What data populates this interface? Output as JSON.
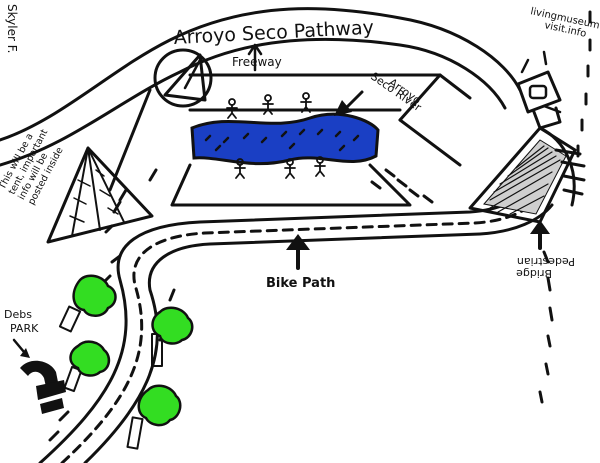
{
  "map": {
    "artist": "Skyler F.",
    "pathway_label": "Arroyo Seco Pathway",
    "freeway_label": "Freeway",
    "river_label_line1": "Arroyo",
    "river_label_line2": "Seco River",
    "tent_note_lines": [
      "This will be a",
      "tent, important",
      "info will be",
      "posted inside"
    ],
    "park_label_line1": "Debs",
    "park_label_line2": "PARK",
    "bike_path_label": "Bike Path",
    "bridge_label_line1": "Pedestrian",
    "bridge_label_line2": "Bridge",
    "website_line1": "livingmuseum",
    "website_line2": "visit.info"
  },
  "colors": {
    "river": "#1a3fc4",
    "tree": "#33dd22",
    "ink": "#111111",
    "paper": "#ffffff"
  }
}
